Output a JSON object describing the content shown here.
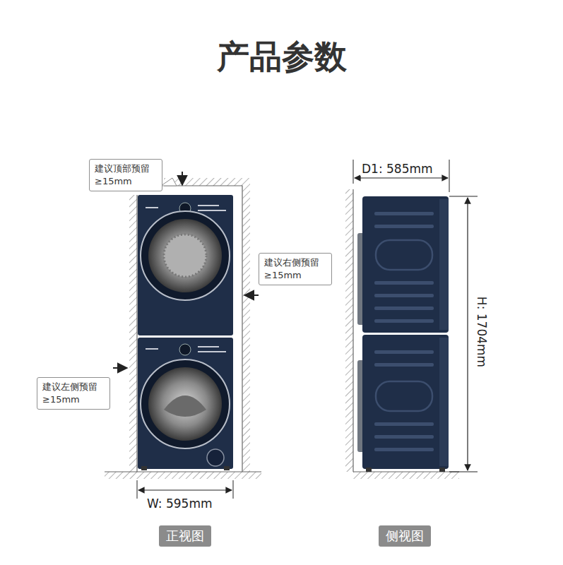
{
  "diagram": {
    "title": "产品参数",
    "nodes": [
      {
        "text": [
          "建议顶部预留 ≥15mm"
        ]
      },
      {
        "text": [
          "建议右侧预留 ≥15mm"
        ]
      },
      {
        "text": [
          "建议左侧预留 ≥15mm"
        ]
      },
      {
        "text": [
          "正视图"
        ]
      },
      {
        "text": [
          "侧视图"
        ]
      }
    ],
    "labels": [
      "D1: 585mm",
      "H: 1704mm",
      "W: 595mm"
    ]
  }
}
